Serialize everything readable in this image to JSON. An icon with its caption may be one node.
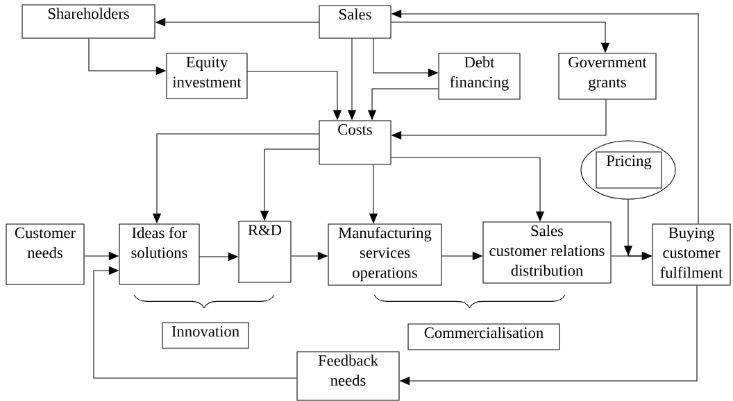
{
  "diagram": {
    "nodes": [
      {
        "text": [
          "Shareholders"
        ]
      },
      {
        "text": [
          "Sales"
        ]
      },
      {
        "text": [
          "Equity investment"
        ]
      },
      {
        "text": [
          "Debt financing"
        ]
      },
      {
        "text": [
          "Government grants"
        ]
      },
      {
        "text": [
          "Costs"
        ]
      },
      {
        "text": [],
        "shape": "ellipse"
      },
      {
        "text": [
          "Pricing"
        ],
        "in": 6
      },
      {
        "text": [
          "Customer needs"
        ]
      },
      {
        "text": [
          "Ideas for solutions"
        ]
      },
      {
        "text": [
          "R&D"
        ]
      },
      {
        "text": [
          "Manufacturing services operations"
        ]
      },
      {
        "text": [
          "Sales",
          "customer relations distribution"
        ]
      },
      {
        "text": [
          "Buying customer fulfilment"
        ]
      },
      {
        "text": [
          "Innovation"
        ]
      },
      {
        "text": [
          "Commercialisation"
        ]
      },
      {
        "text": [
          "Feedback needs"
        ]
      }
    ],
    "edges": [
      {
        "from": 1,
        "to": 0,
        "arrow": "to"
      },
      {
        "from": 0,
        "to": 2,
        "arrow": "to"
      },
      {
        "from": 2,
        "to": 5,
        "arrow": "to"
      },
      {
        "from": 1,
        "to": 5,
        "arrow": "to"
      },
      {
        "from": 1,
        "to": 3,
        "arrow": "to"
      },
      {
        "from": 3,
        "to": 5,
        "arrow": "to"
      },
      {
        "from": 1,
        "to": 4,
        "arrow": "to"
      },
      {
        "from": 4,
        "to": 5,
        "arrow": "to"
      },
      {
        "from": 5,
        "to": 9,
        "arrow": "to"
      },
      {
        "from": 5,
        "to": 10,
        "arrow": "to"
      },
      {
        "from": 5,
        "to": 11,
        "arrow": "to"
      },
      {
        "from": 5,
        "to": 12,
        "arrow": "to"
      },
      {
        "from": 8,
        "to": 9,
        "arrow": "to"
      },
      {
        "from": 9,
        "to": 10,
        "arrow": "to"
      },
      {
        "from": 10,
        "to": 11,
        "arrow": "to"
      },
      {
        "from": 11,
        "to": 12,
        "arrow": "to"
      },
      {
        "from": 12,
        "to": 13,
        "arrow": "to"
      },
      {
        "from": 6,
        "to": 13,
        "arrow": "to"
      },
      {
        "from": 13,
        "to": 1,
        "arrow": "to"
      },
      {
        "from": 13,
        "to": 16,
        "arrow": "to"
      },
      {
        "from": 16,
        "to": 9,
        "arrow": "to"
      }
    ]
  }
}
